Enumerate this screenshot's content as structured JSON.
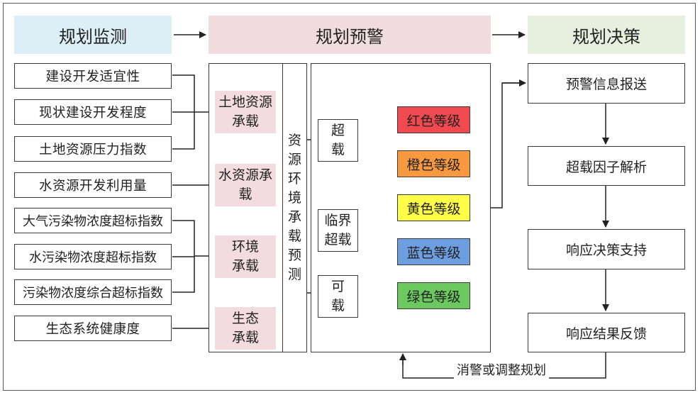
{
  "headers": {
    "monitor": "规划监测",
    "warning": "规划预警",
    "decision": "规划决策"
  },
  "header_colors": {
    "monitor": "#dceef6",
    "warning": "#f0dcdf",
    "decision": "#e7f0df"
  },
  "indicators": [
    "建设开发适宜性",
    "现状建设开发程度",
    "土地资源压力指数",
    "水资源开发利用量",
    "大气污染物浓度超标指数",
    "水污染物浓度超标指数",
    "污染物浓度综合超标指数",
    "生态系统健康度"
  ],
  "categories": [
    "土地资源承载",
    "水资源承载",
    "环境承载",
    "生态承载"
  ],
  "category_color": "#f2dcdf",
  "forecast_label": "资源环境承载预测",
  "statuses": [
    "超载",
    "临界超载",
    "可载"
  ],
  "levels": [
    {
      "label": "红色等级",
      "color": "#f0494f"
    },
    {
      "label": "橙色等级",
      "color": "#f79a3f"
    },
    {
      "label": "黄色等级",
      "color": "#ffff47"
    },
    {
      "label": "蓝色等级",
      "color": "#6d9ee0"
    },
    {
      "label": "绿色等级",
      "color": "#6cc95f"
    }
  ],
  "decision_steps": [
    "预警信息报送",
    "超载因子解析",
    "响应决策支持",
    "响应结果反馈"
  ],
  "feedback_label": "消警或调整规划"
}
